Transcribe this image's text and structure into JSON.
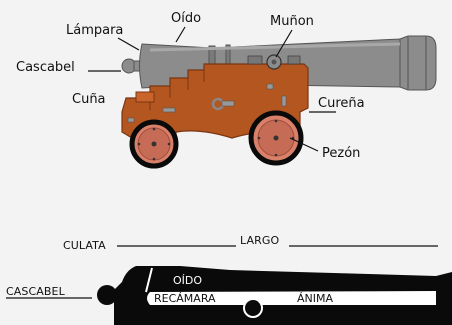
{
  "top_diagram": {
    "labels": {
      "lampara": "Lámpara",
      "oido": "Oído",
      "munon": "Muñon",
      "cascabel": "Cascabel",
      "cuna": "Cuña",
      "curena": "Cureña",
      "pezon": "Pezón"
    },
    "colors": {
      "barrel": "#8c8c8c",
      "carriage": "#b3561f",
      "wheel_hub": "#d9806a",
      "wheel_rim": "#0a0a0a"
    }
  },
  "bottom_diagram": {
    "labels": {
      "culata": "CULATA",
      "largo": "LARGO",
      "cascabel": "CASCABEL",
      "oido": "OÍDO",
      "recamara": "RECÁMARA",
      "anima": "ÁNIMA"
    },
    "colors": {
      "silhouette": "#0a0a0a",
      "bore": "#ffffff"
    }
  }
}
